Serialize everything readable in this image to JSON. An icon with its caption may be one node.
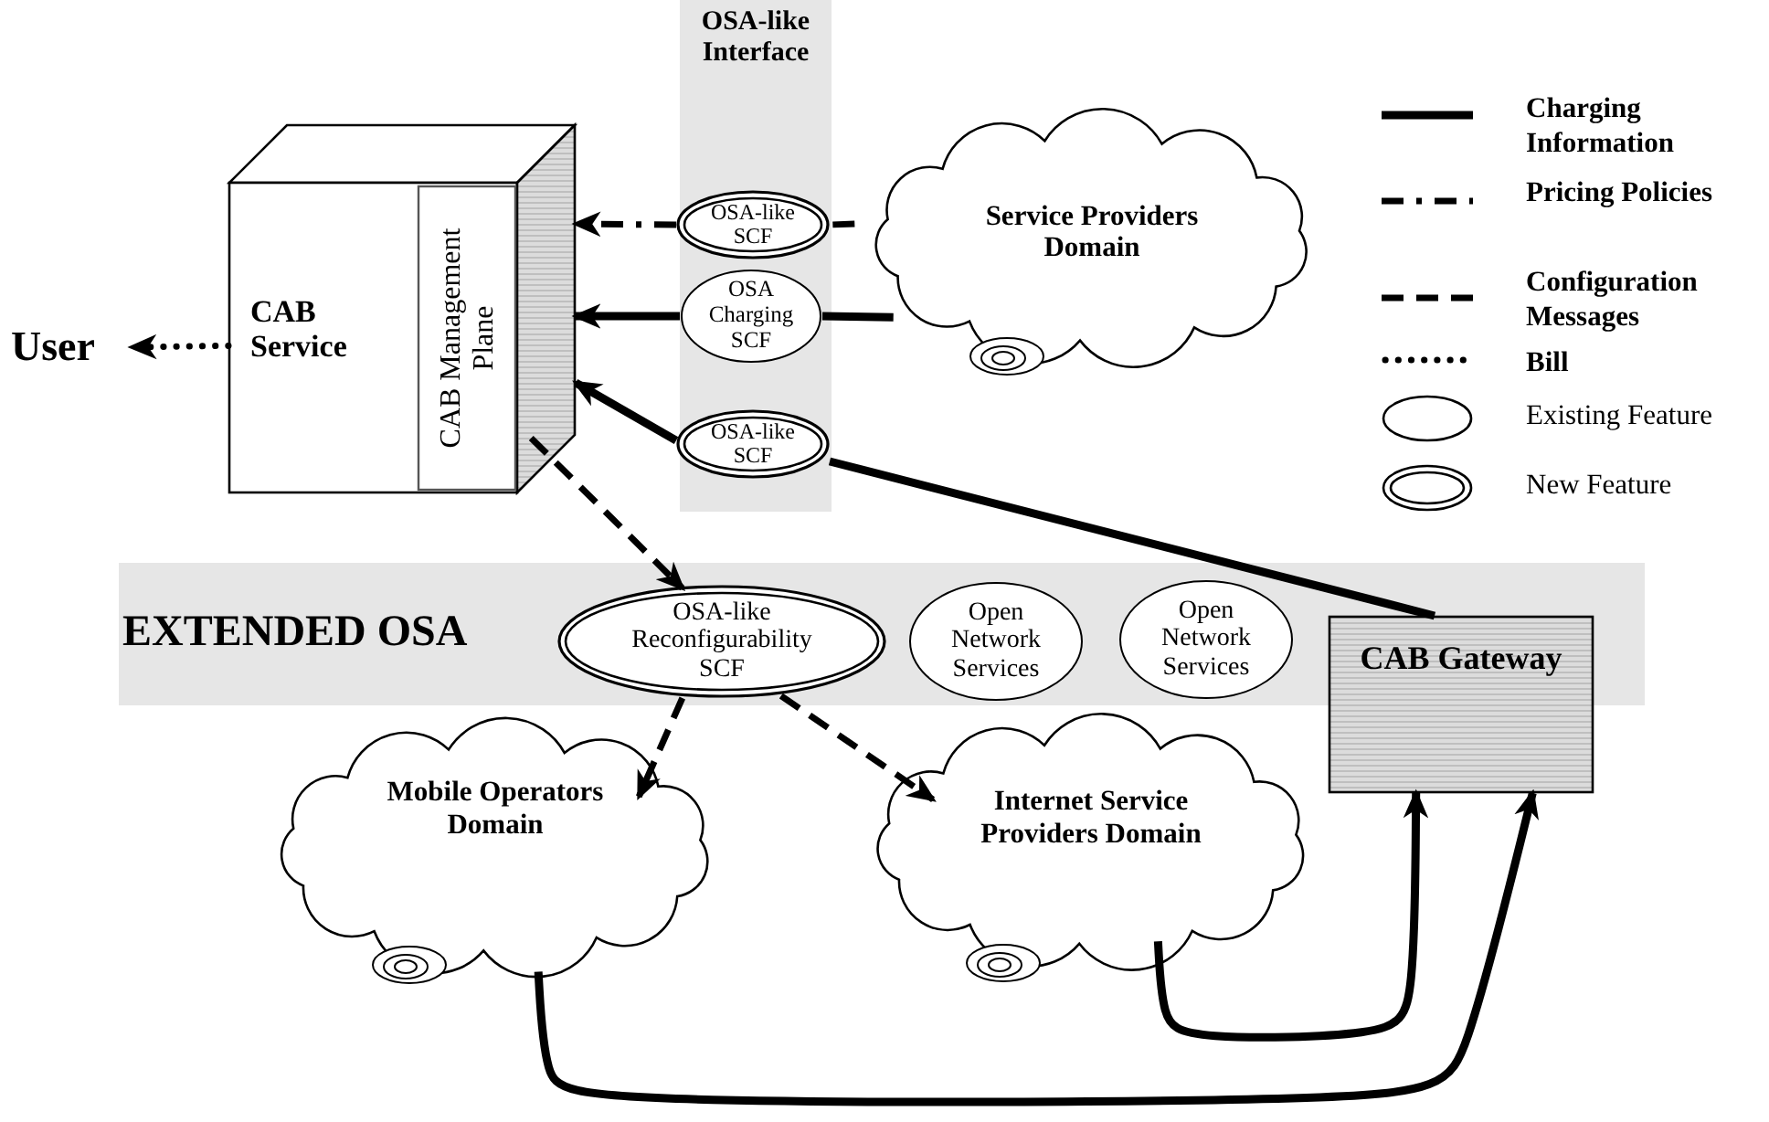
{
  "diagram": {
    "nodes": [
      {
        "text": [
          "OSA-like Interface"
        ]
      },
      {
        "text": [
          "OSA-like SCF"
        ],
        "in": 0
      },
      {
        "text": [
          "OSA Charging SCF"
        ],
        "in": 0
      },
      {
        "text": [
          "OSA-like SCF"
        ],
        "in": 0
      },
      {
        "text": [
          "CAB Service"
        ]
      },
      {
        "text": [
          "CAB Management Plane"
        ],
        "in": 4
      },
      {
        "text": [
          "User"
        ]
      },
      {
        "text": [
          "Service Providers Domain"
        ]
      },
      {
        "text": [
          "EXTENDED OSA"
        ]
      },
      {
        "text": [
          "OSA-like Reconfigurability SCF"
        ],
        "in": 8
      },
      {
        "text": [
          "Open Network Services"
        ],
        "in": 8
      },
      {
        "text": [
          "Open Network Services"
        ],
        "in": 8
      },
      {
        "text": [
          "CAB Gateway"
        ]
      },
      {
        "text": [
          "Mobile Operators Domain"
        ]
      },
      {
        "text": [
          "Internet Service Providers Domain"
        ]
      }
    ],
    "edges": [
      {
        "from": 4,
        "to": 6,
        "arrow": "to",
        "style": "dashed"
      },
      {
        "from": 7,
        "to": 1,
        "arrow": "none",
        "style": "dashed"
      },
      {
        "from": 1,
        "to": 5,
        "arrow": "to",
        "style": "dashed"
      },
      {
        "from": 7,
        "to": 2,
        "arrow": "none"
      },
      {
        "from": 2,
        "to": 5,
        "arrow": "to"
      },
      {
        "from": 12,
        "to": 3,
        "arrow": "none"
      },
      {
        "from": 3,
        "to": 5,
        "arrow": "to"
      },
      {
        "from": 5,
        "to": 9,
        "arrow": "to",
        "style": "dashed"
      },
      {
        "from": 9,
        "to": 13,
        "arrow": "to",
        "style": "dashed"
      },
      {
        "from": 9,
        "to": 14,
        "arrow": "to",
        "style": "dashed"
      },
      {
        "from": 14,
        "to": 12,
        "arrow": "to"
      },
      {
        "from": 13,
        "to": 12,
        "arrow": "to"
      }
    ],
    "legend": [
      {
        "text": "Charging Information"
      },
      {
        "text": "Pricing Policies"
      },
      {
        "text": "Configuration Messages"
      },
      {
        "text": "Bill"
      },
      {
        "text": "Existing Feature"
      },
      {
        "text": "New Feature"
      }
    ]
  }
}
